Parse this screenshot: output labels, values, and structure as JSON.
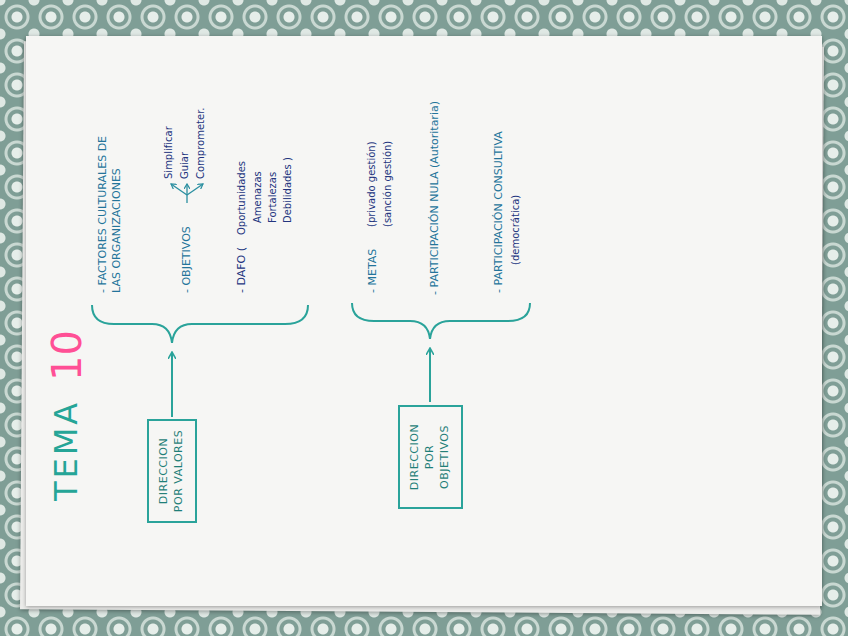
{
  "diagram": {
    "title": "TEMA",
    "nodes": [
      {
        "text": [
          "DIRECCION POR VALORES"
        ]
      },
      {
        "text": [
          "DIRECCION POR OBJETIVOS"
        ]
      }
    ],
    "labels": [
      "10",
      "- FACTORES CULTURALES DE LAS ORGANIZACIONES",
      "- OBJETIVOS",
      "Simplificar",
      "Guiar",
      "Comprometer.",
      "- DAFO (",
      "Oportunidades",
      "Amenazas",
      "Fortalezas",
      "Debilidades )",
      "- METAS",
      "(privado gestión)",
      "(sanción gestión)",
      "- PARTICIPACIÓN NULA (Autoritaria)",
      "- PARTICIPACIÓN CONSULTIVA",
      "(democrática)"
    ]
  }
}
